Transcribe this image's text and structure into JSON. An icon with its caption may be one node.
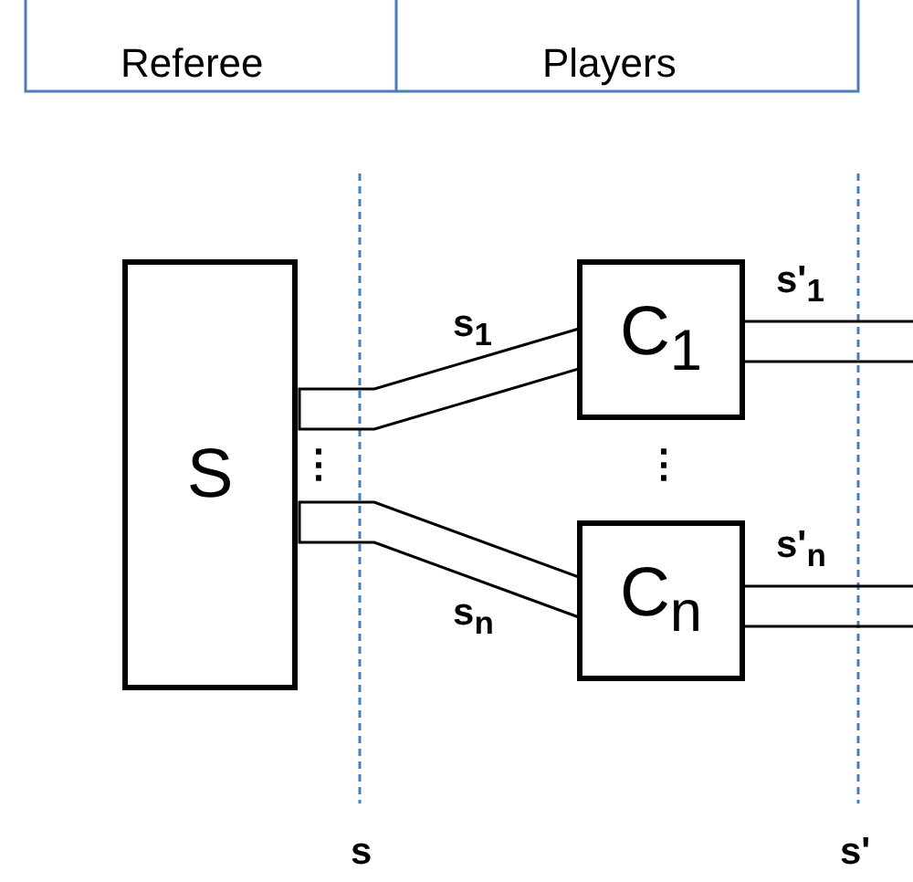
{
  "diagram": {
    "nodes": [
      {
        "text": [
          "S"
        ]
      },
      {
        "text": [
          "C$_{1}$"
        ]
      },
      {
        "text": [
          "C$_{n}$"
        ]
      }
    ],
    "edges": [
      {
        "from": 0,
        "to": 1,
        "arrow": "none",
        "label": "s$_{1}$"
      },
      {
        "from": 0,
        "to": 2,
        "arrow": "none",
        "label": "s$_{n}$"
      },
      {
        "from": 1,
        "to": null,
        "arrow": "none",
        "label": "s'$_{1}$"
      },
      {
        "from": 2,
        "to": null,
        "arrow": "none",
        "label": "s'$_{n}$"
      }
    ],
    "labels": [
      "Referee",
      "Players",
      "⋮",
      "⋮",
      "s",
      "s'"
    ]
  }
}
